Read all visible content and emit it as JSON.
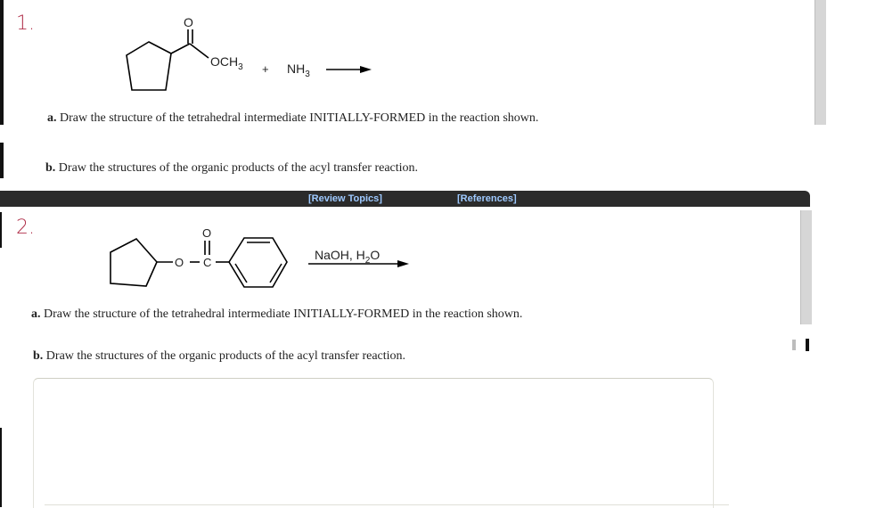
{
  "problem1": {
    "number": "1.",
    "reagent_group": "OCH3",
    "plus": "+",
    "reagent2": "NH3",
    "part_a_label": "a.",
    "part_a_text": "Draw the structure of the tetrahedral intermediate INITIALLY-FORMED in the reaction shown.",
    "part_b_label": "b.",
    "part_b_text": "Draw the structures of the organic products of the acyl transfer reaction."
  },
  "toolbar": {
    "review_topics": "[Review Topics]",
    "references": "[References]"
  },
  "problem2": {
    "number": "2.",
    "condition": "NaOH, H2O",
    "part_a_label": "a.",
    "part_a_text": "Draw the structure of the tetrahedral intermediate INITIALLY-FORMED in the reaction shown.",
    "part_b_label": "b.",
    "part_b_text": "Draw the structures of the organic products of the acyl transfer reaction."
  },
  "structure_labels": {
    "carbonyl_oxygen": "O",
    "ester_oxygen": "O",
    "carbonyl_carbon": "C"
  },
  "colors": {
    "toolbar_bg": "#2b2b2b",
    "link": "#9ec9ff",
    "handwriting": "#b0304a"
  }
}
